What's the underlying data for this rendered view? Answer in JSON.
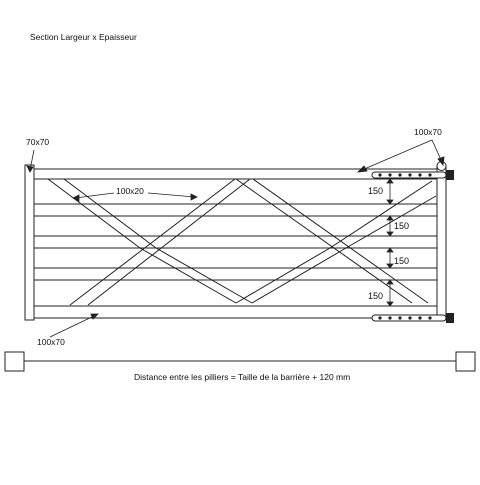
{
  "header": {
    "section_label": "Section Largeur x Epaisseur"
  },
  "labels": {
    "post_left": "70x70",
    "top_right": "100x70",
    "brace": "100x20",
    "bottom_left": "100x70",
    "spacing_1": "150",
    "spacing_2": "150",
    "spacing_3": "150",
    "spacing_4": "150"
  },
  "footer": {
    "distance_note": "Distance entre les pilliers = Taille de la barrière + 120 mm"
  }
}
